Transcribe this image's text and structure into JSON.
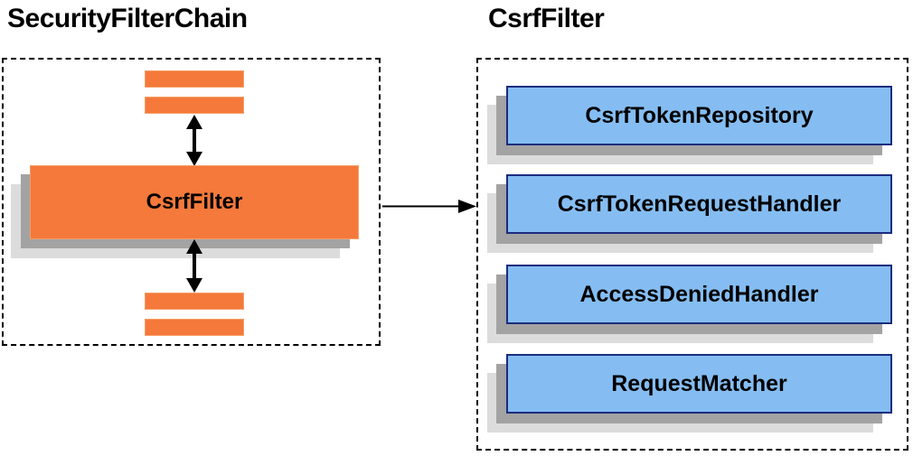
{
  "left_panel": {
    "title": "SecurityFilterChain",
    "filter_box": {
      "label": "CsrfFilter"
    },
    "chain_placeholder_bars": {
      "above": 2,
      "below": 2
    }
  },
  "right_panel": {
    "title": "CsrfFilter",
    "boxes": [
      {
        "label": "CsrfTokenRepository"
      },
      {
        "label": "CsrfTokenRequestHandler"
      },
      {
        "label": "AccessDeniedHandler"
      },
      {
        "label": "RequestMatcher"
      }
    ]
  },
  "colors": {
    "orange": "#F4793B",
    "orange_border": "#F79F67",
    "blue_fill": "#85BDF2",
    "blue_border": "#1B2D7E",
    "shadow_dark": "#A3A3A3",
    "shadow_light": "#DCDCDC",
    "line": "#000000"
  }
}
